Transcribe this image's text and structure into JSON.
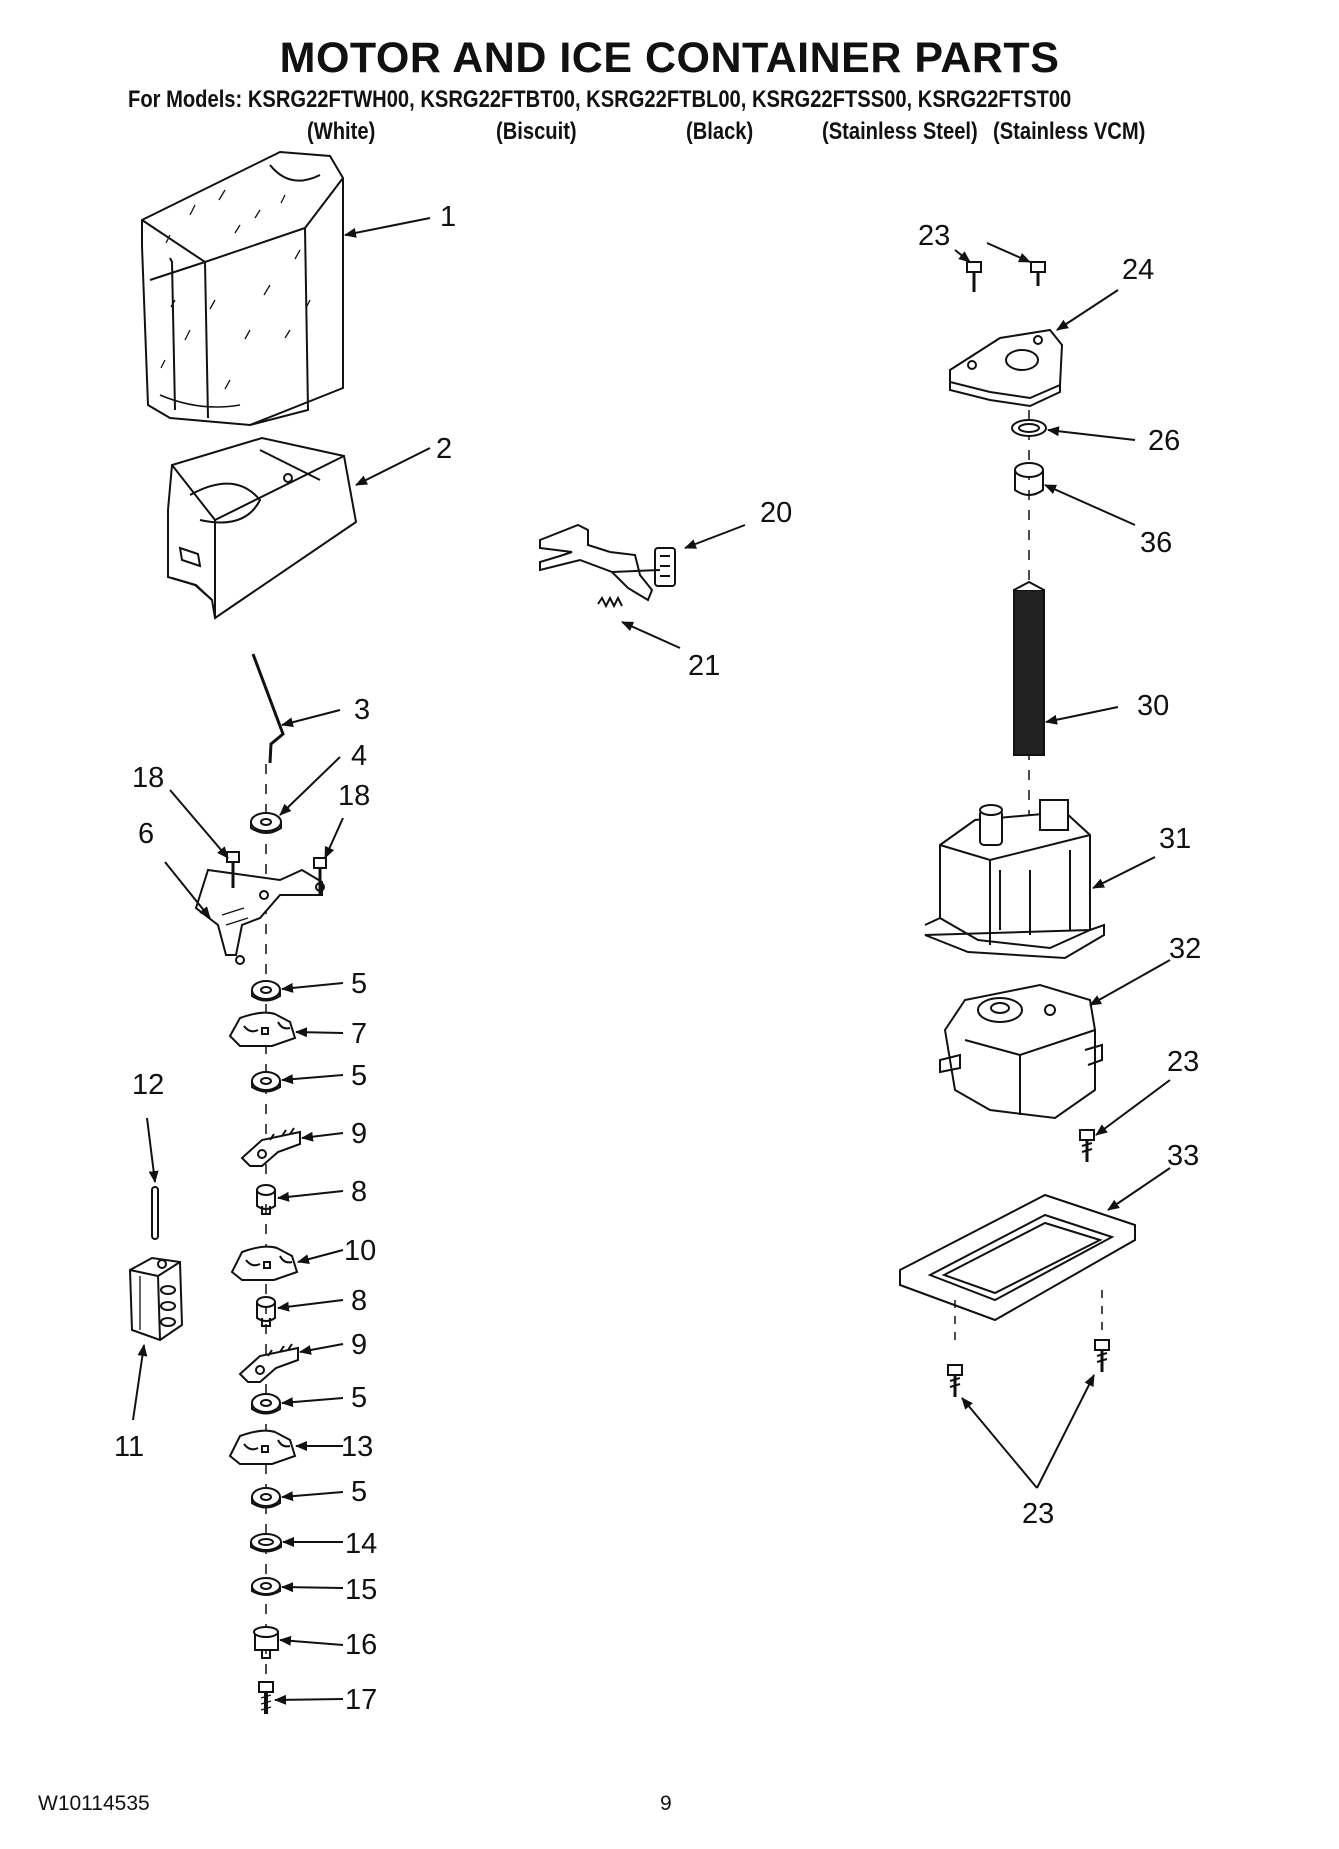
{
  "header": {
    "title": "MOTOR AND ICE CONTAINER PARTS",
    "models_line": "For Models: KSRG22FTWH00, KSRG22FTBT00, KSRG22FTBL00, KSRG22FTSS00, KSRG22FTST00",
    "finishes": [
      "(White)",
      "(Biscuit)",
      "(Black)",
      "(Stainless Steel)",
      "(Stainless VCM)"
    ]
  },
  "callouts": {
    "c1": "1",
    "c2": "2",
    "c3": "3",
    "c4": "4",
    "c5a": "5",
    "c5b": "5",
    "c5c": "5",
    "c5d": "5",
    "c6": "6",
    "c7": "7",
    "c8a": "8",
    "c8b": "8",
    "c9a": "9",
    "c9b": "9",
    "c10": "10",
    "c11": "11",
    "c12": "12",
    "c13": "13",
    "c14": "14",
    "c15": "15",
    "c16": "16",
    "c17": "17",
    "c18a": "18",
    "c18b": "18",
    "c20": "20",
    "c21": "21",
    "c23a": "23",
    "c23b": "23",
    "c23c": "23",
    "c24": "24",
    "c26": "26",
    "c30": "30",
    "c31": "31",
    "c32": "32",
    "c33": "33",
    "c36": "36"
  },
  "footer": {
    "doc_number": "W10114535",
    "page_number": "9"
  }
}
